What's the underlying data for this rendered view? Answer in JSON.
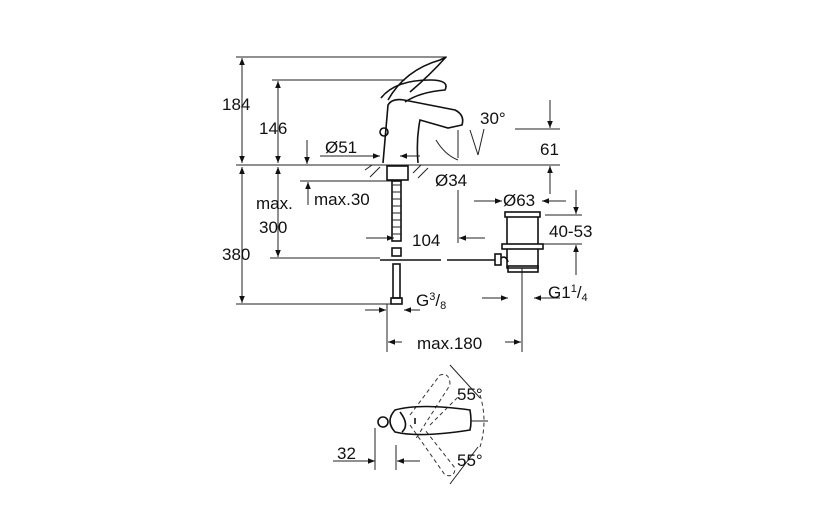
{
  "dimensions": {
    "overall_height": "184",
    "lever_height": "146",
    "body_diameter": "Ø51",
    "spout_angle": "30°",
    "spout_height": "61",
    "hole_diameter": "Ø34",
    "max_label": "max.",
    "max_deck": "max.30",
    "max_300": "300",
    "below_deck": "380",
    "spout_reach": "104",
    "waste_diameter": "Ø63",
    "waste_range": "40-53",
    "supply_thread_g": "G",
    "supply_thread_num": "3",
    "supply_thread_den": "8",
    "waste_thread_g": "G1",
    "waste_thread_num": "1",
    "waste_thread_den": "4",
    "max_180": "max.180",
    "lever_offset": "32",
    "rotation_upper": "55°",
    "rotation_lower": "55°"
  },
  "colors": {
    "line": "#222222",
    "background": "#ffffff"
  }
}
